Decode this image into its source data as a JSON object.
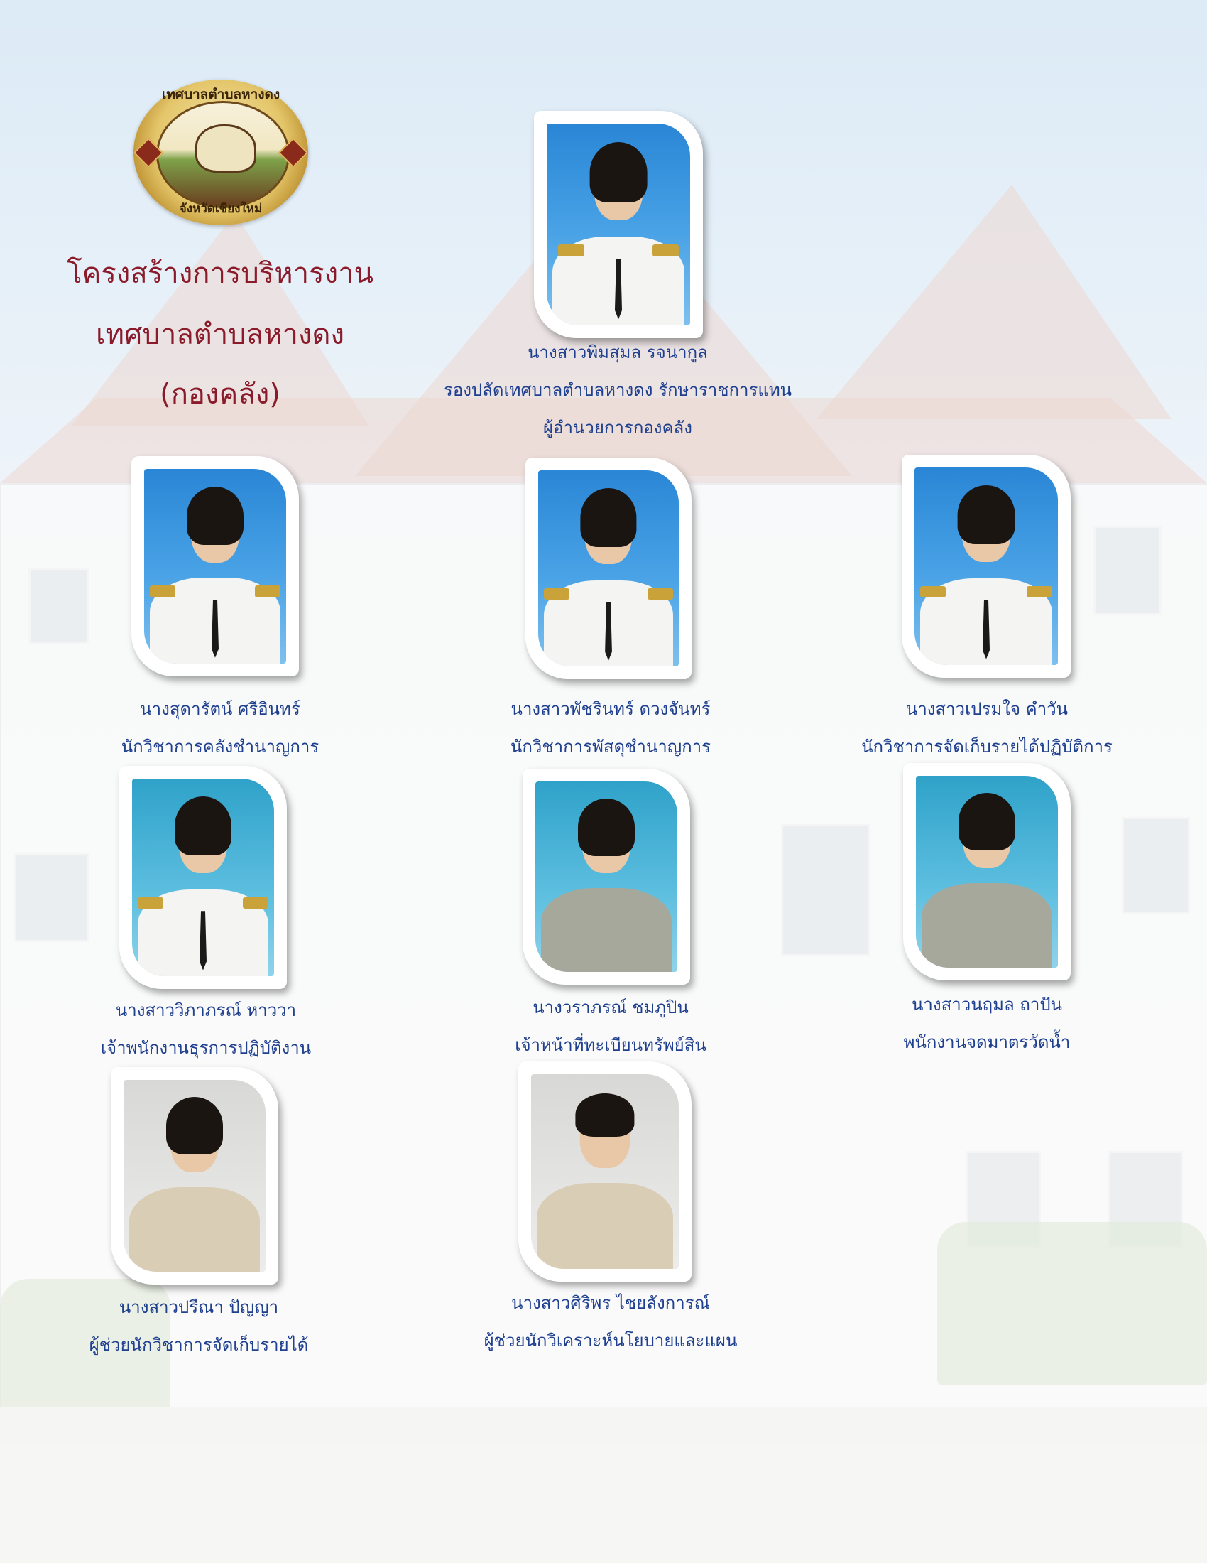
{
  "logo": {
    "top_text": "เทศบาลตำบลหางดง",
    "bottom_text": "จังหวัดเชียงใหม่"
  },
  "title": {
    "line1": "โครงสร้างการบริหารงาน",
    "line2": "เทศบาลตำบลหางดง",
    "line3": "(กองคลัง)"
  },
  "staff": [
    {
      "name": "นางสาวพิมสุมล  รจนากูล",
      "position": "รองปลัดเทศบาลตำบลหางดง รักษาราชการแทน",
      "position2": "ผู้อำนวยการกองคลัง"
    },
    {
      "name": "นางสุดารัตน์  ศรีอินทร์",
      "position": "นักวิชาการคลังชำนาญการ"
    },
    {
      "name": "นางสาวพัชรินทร์  ดวงจันทร์",
      "position": "นักวิชาการพัสดุชำนาญการ"
    },
    {
      "name": "นางสาวเปรมใจ  คำวัน",
      "position": "นักวิชาการจัดเก็บรายได้ปฏิบัติการ"
    },
    {
      "name": "นางสาววิภาภรณ์  หาววา",
      "position": "เจ้าพนักงานธุรการปฏิบัติงาน"
    },
    {
      "name": "นางวราภรณ์  ชมภูปิน",
      "position": "เจ้าหน้าที่ทะเบียนทรัพย์สิน"
    },
    {
      "name": "นางสาวนฤมล  ถาปัน",
      "position": "พนักงานจดมาตรวัดน้ำ"
    },
    {
      "name": "นางสาวปรีณา  ปัญญา",
      "position": "ผู้ช่วยนักวิชาการจัดเก็บรายได้"
    },
    {
      "name": "นางสาวศิริพร  ไชยลังการณ์",
      "position": "ผู้ช่วยนักวิเคราะห์นโยบายและแผน"
    }
  ]
}
